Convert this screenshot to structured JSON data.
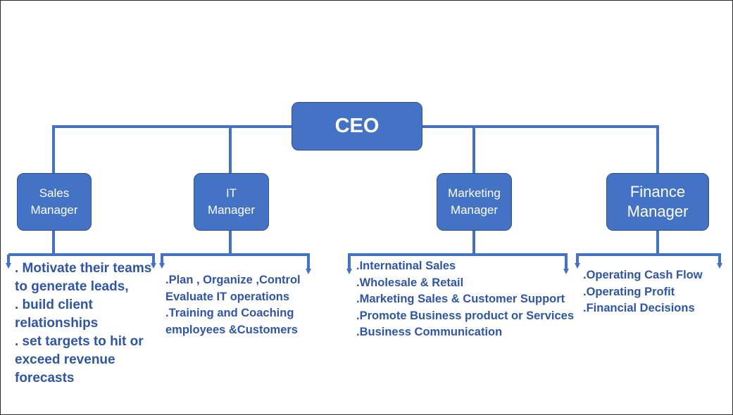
{
  "diagram": {
    "colors": {
      "box_fill": "#4472c4",
      "box_border": "#2f528f",
      "connector": "#4472c4",
      "duty_text": "#2f55a8"
    },
    "ceo": {
      "label": "CEO"
    },
    "managers": [
      {
        "label": "Sales\nManager",
        "duties": [
          ". Motivate their teams",
          "to generate leads,",
          ". build client",
          "relationships",
          ". set targets to hit or",
          "exceed revenue",
          "forecasts"
        ]
      },
      {
        "label": "IT\nManager",
        "duties": [
          ".Plan , Organize ,Control",
          "Evaluate IT operations",
          ".Training and Coaching",
          "employees &Customers"
        ]
      },
      {
        "label": "Marketing\nManager",
        "duties": [
          ".Internatinal Sales",
          ".Wholesale & Retail",
          ".Marketing Sales & Customer Support",
          ".Promote Business product or Services",
          ".Business Communication"
        ]
      },
      {
        "label": "Finance\nManager",
        "duties": [
          ".Operating Cash Flow",
          ".Operating Profit",
          ".Financial Decisions"
        ]
      }
    ]
  }
}
